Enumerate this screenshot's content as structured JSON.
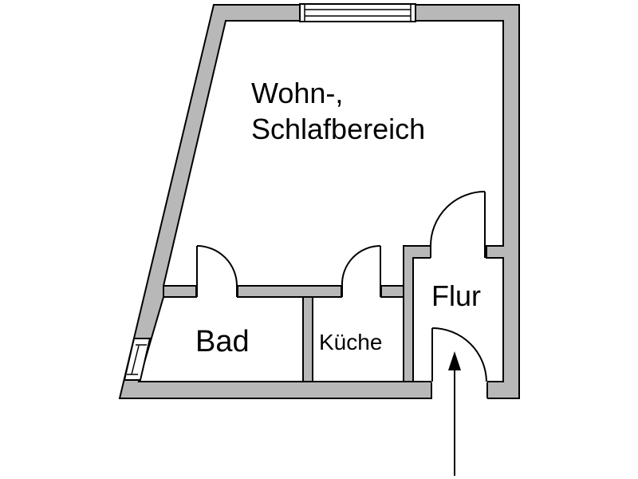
{
  "plan": {
    "rooms": {
      "living": {
        "line1": "Wohn-,",
        "line2": "Schlafbereich"
      },
      "bath": "Bad",
      "kitchen": "Küche",
      "hall": "Flur"
    }
  },
  "colors": {
    "wall_fill": "#b8b8b8",
    "line": "#000000",
    "background": "#ffffff"
  }
}
